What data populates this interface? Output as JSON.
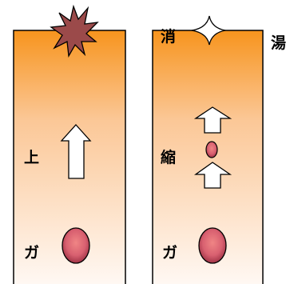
{
  "labels": {
    "left_rise": "上",
    "left_bubble": "ガ",
    "right_vanish": "消",
    "right_hotwater": "湯",
    "right_shrink": "縮",
    "right_bubble": "ガ"
  },
  "icons": {
    "burst": "burst-star-icon",
    "vanish": "four-point-star-icon",
    "arrow": "up-arrow-icon",
    "bubble": "bubble-icon"
  },
  "colors": {
    "column_top": "#f7941d",
    "column_bottom": "#fff8f3",
    "burst_fill": "#9b4a4a",
    "bubble_center": "#f08585",
    "bubble_edge": "#9b2f42",
    "outline": "#000000"
  }
}
